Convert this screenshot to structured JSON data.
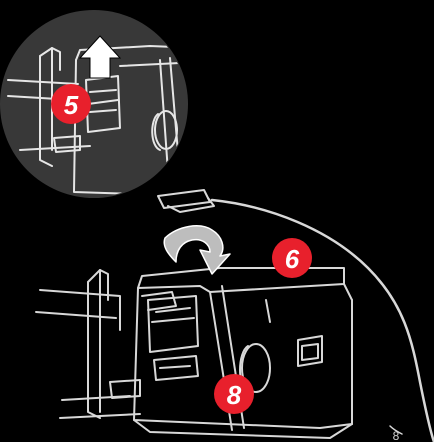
{
  "colors": {
    "background": "#000000",
    "inset_fill": "#383838",
    "line": "#d8d8d8",
    "badge": "#e8202c",
    "arrow": "#ffffff",
    "curved_arrow": "#bdbdbd"
  },
  "callouts": {
    "step_5": "5",
    "step_6": "6",
    "step_8": "8"
  },
  "corner_mark": "8",
  "icons": {
    "up_arrow": "up-arrow-icon",
    "curved_arrow": "curved-arrow-icon"
  }
}
